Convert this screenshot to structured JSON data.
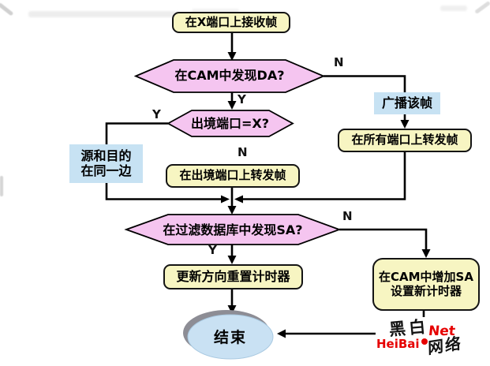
{
  "colors": {
    "process_fill": "#F7F5C2",
    "process_border": "#141414",
    "decision_fill": "#F5C5F0",
    "note_fill": "#C7E2F3",
    "terminator_fill": "#C9E1F3",
    "terminator_shadow": "#8D8D95",
    "connector": "#000000",
    "logo_red": "#E60000"
  },
  "flowchart": {
    "nodes": {
      "receive": "在X端口上接收帧",
      "cam_da": "在CAM中发现DA?",
      "broadcast": "广播该帧",
      "forward_all": "在所有端口上转发帧",
      "egress_eq_x": "出境端口=X?",
      "same_side_line1": "源和目的",
      "same_side_line2": "在同一边",
      "forward_egress": "在出境端口上转发帧",
      "filter_sa": "在过滤数据库中发现SA?",
      "update_timer": "更新方向重置计时器",
      "add_sa_line1": "在CAM中增加SA",
      "add_sa_line2": "设置新计时器",
      "end": "结束"
    },
    "edge_labels": {
      "cam_da_yes": "Y",
      "cam_da_no": "N",
      "egress_yes": "Y",
      "egress_no": "N",
      "filter_yes": "Y",
      "filter_no": "N"
    }
  },
  "logo": {
    "cn_top": "黑白",
    "net": "Net",
    "en": "HeiBai",
    "cn_bottom": "网络"
  }
}
